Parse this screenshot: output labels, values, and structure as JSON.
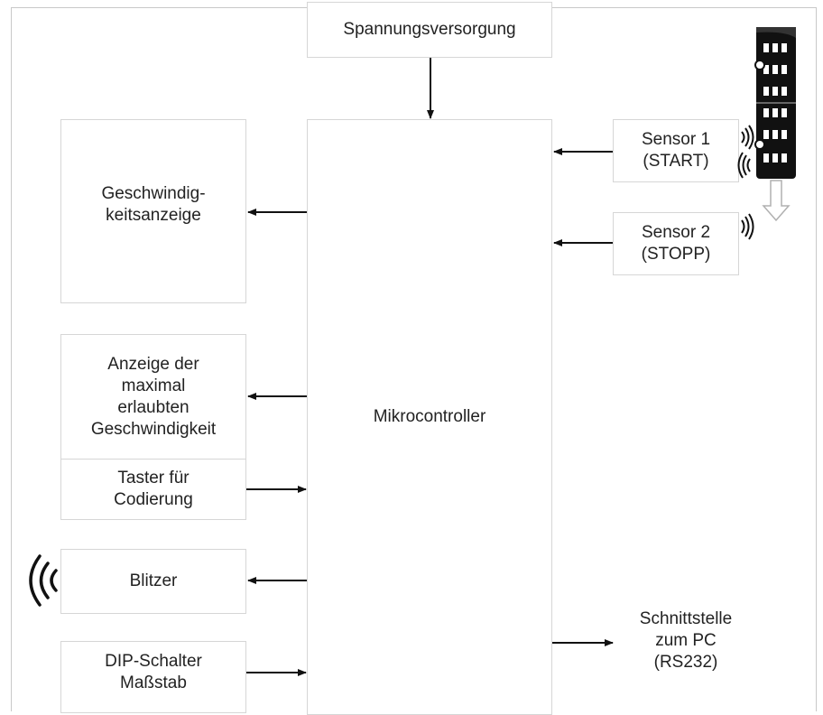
{
  "power_supply": "Spannungsversorgung",
  "microcontroller": "Mikrocontroller",
  "sensor1": "Sensor 1\n(START)",
  "sensor2": "Sensor 2\n(STOPP)",
  "speed_display": "Geschwindig-\nkeitsanzeige",
  "max_speed_display": "Anzeige der\nmaximal\nerlaubten\nGeschwindigkeit",
  "coding_button": "Taster für\nCodierung",
  "flash": "Blitzer",
  "dip_switch": "DIP-Schalter\nMaßstab",
  "pc_interface": "Schnittstelle\nzum PC\n(RS232)",
  "icons": [
    "train-icon",
    "wave-icon",
    "down-arrow-icon"
  ]
}
